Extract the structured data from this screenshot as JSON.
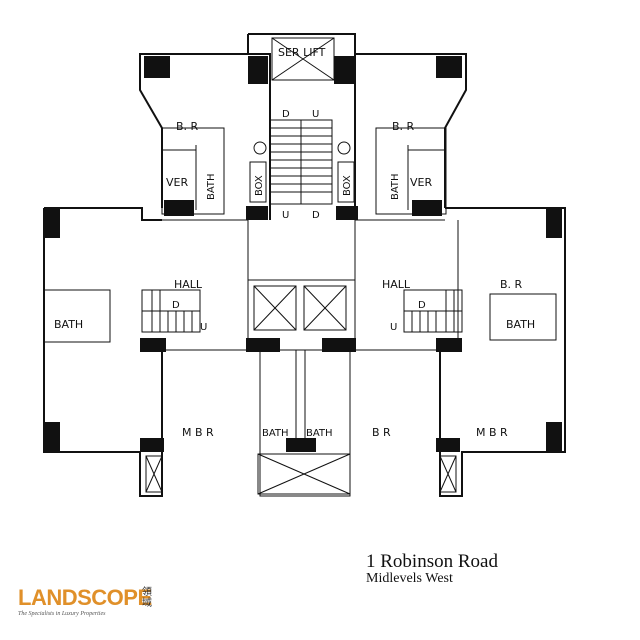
{
  "plan": {
    "labels": {
      "ser_lift": "SER LIFT",
      "stair_down_left": "D",
      "stair_up_left": "U",
      "box": "BOX",
      "br": "B. R",
      "ver": "VER",
      "bath": "BATH",
      "hall": "HALL",
      "d": "D",
      "u": "U",
      "mbr": "M B R",
      "b_r": "B R"
    }
  },
  "caption": {
    "title": "1 Robinson Road",
    "subtitle": "Midlevels West"
  },
  "logo": {
    "name": "LANDSCOPE",
    "tagline": "The Specialists in Luxury Properties",
    "chinese": "領域"
  },
  "colors": {
    "ink": "#111111",
    "brand": "#e0902a"
  }
}
